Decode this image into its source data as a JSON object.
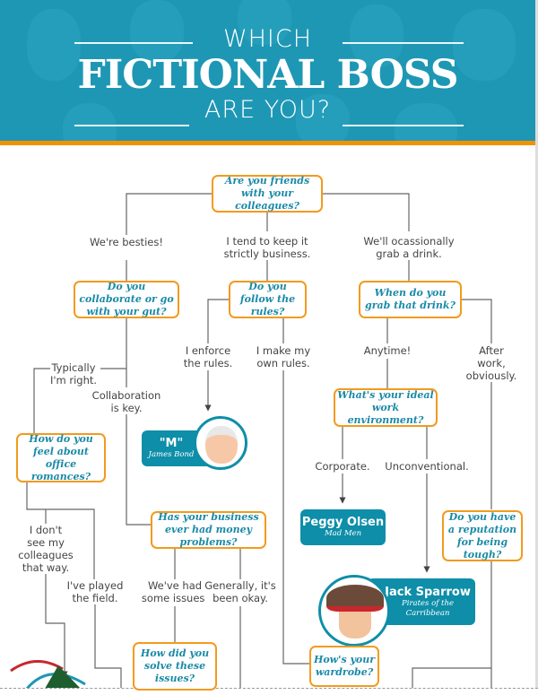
{
  "header": {
    "line1": "WHICH",
    "line2": "FICTIONAL BOSS",
    "line3": "ARE YOU?"
  },
  "questions": {
    "q1": "Are you friends with your colleagues?",
    "collab": "Do you collaborate or go with your gut?",
    "rules": "Do you follow the rules?",
    "drink": "When do you grab that drink?",
    "env": "What's your ideal work environment?",
    "romance": "How do you feel about office romances?",
    "money": "Has your business ever had money problems?",
    "tough": "Do you have a reputation for being tough?",
    "solve": "How did you solve these issues?",
    "wardrobe": "How's your wardrobe?"
  },
  "answers": {
    "besties": "We're besties!",
    "business": "I tend to keep it\nstrictly business.",
    "drink": "We'll ocassionally\ngrab a drink.",
    "enforce": "I enforce\nthe rules.",
    "own": "I make my\nown rules.",
    "anytime": "Anytime!",
    "afterwork": "After work,\nobviously.",
    "right": "Typically\nI'm right.",
    "collab": "Collaboration\nis key.",
    "corporate": "Corporate.",
    "unconventional": "Unconventional.",
    "dont": "I don't\nsee my\ncolleagues\nthat way.",
    "played": "I've played\nthe field.",
    "issues": "We've had\nsome issues.",
    "okay": "Generally, it's\nbeen okay."
  },
  "bosses": {
    "m": {
      "name": "\"M\"",
      "source": "James Bond"
    },
    "peggy": {
      "name": "Peggy Olsen",
      "source": "Mad Men"
    },
    "jack": {
      "name": "Jack Sparrow",
      "source": "Pirates of the Carribbean"
    }
  },
  "colors": {
    "teal": "#1e97b4",
    "orange": "#f39200",
    "text": "#1a8aa8"
  }
}
